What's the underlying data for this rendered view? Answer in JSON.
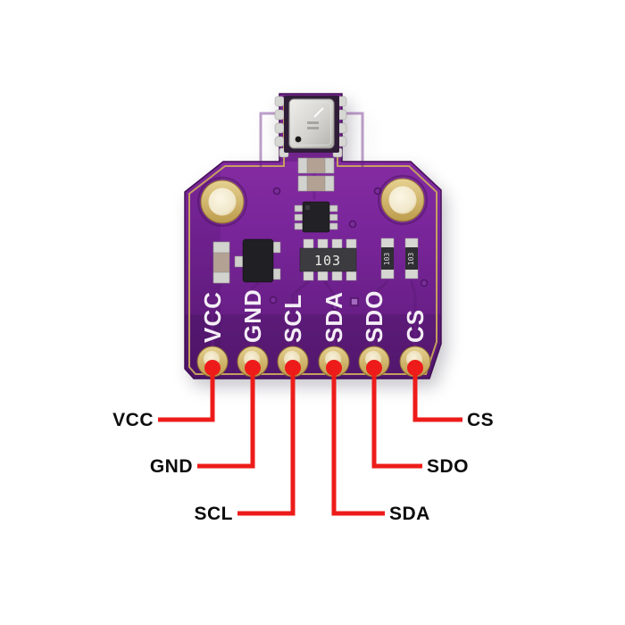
{
  "pinout": {
    "pins": [
      {
        "id": "vcc",
        "label": "VCC"
      },
      {
        "id": "gnd",
        "label": "GND"
      },
      {
        "id": "scl",
        "label": "SCL"
      },
      {
        "id": "sda",
        "label": "SDA"
      },
      {
        "id": "sdo",
        "label": "SDO"
      },
      {
        "id": "cs",
        "label": "CS"
      }
    ]
  },
  "components": {
    "resistor_network_marking": "103",
    "resistor_markings": [
      "103",
      "103"
    ]
  },
  "colors": {
    "pcb_purple": "#7b269c",
    "pcb_purple_dark": "#5c1a78",
    "pad_gold": "#d3b971",
    "hole_gold": "#c3a258",
    "annotation_red": "#ed1c1a",
    "silkscreen_white": "#f4eef6",
    "label_text": "#0c0c0c",
    "background": "#ffffff"
  }
}
